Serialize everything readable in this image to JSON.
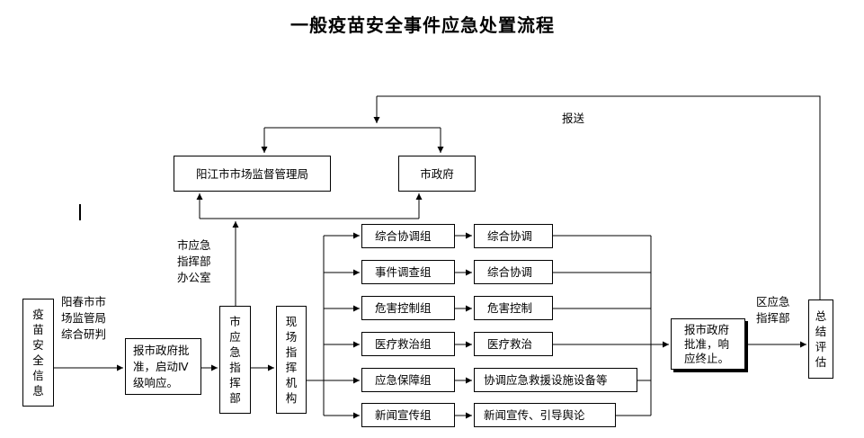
{
  "title": "一般疫苗安全事件应急处置流程",
  "boxes": {
    "info": "疫苗安全信息",
    "report_start": "报市政府批准，启动Ⅳ级响应。",
    "city_cmd": "市应急指挥部",
    "site_cmd": "现场指挥机构",
    "bureau": "阳江市市场监督管理局",
    "gov": "市政府",
    "group_coord": "综合协调组",
    "group_investigate": "事件调查组",
    "group_hazard": "危害控制组",
    "group_medical": "医疗救治组",
    "group_support": "应急保障组",
    "group_news": "新闻宣传组",
    "task_coord": "综合协调",
    "task_investigate": "综合协调",
    "task_hazard": "危害控制",
    "task_medical": "医疗救治",
    "task_support": "协调应急救援设施设备等",
    "task_news": "新闻宣传、引导舆论",
    "report_end": "报市政府批准，响应终止。",
    "summary": "总结评估"
  },
  "labels": {
    "report_send": "报送",
    "yangchun_1": "阳春市市",
    "yangchun_2": "场监管局",
    "yangchun_3": "综合研判",
    "office_1": "市应急",
    "office_2": "指挥部",
    "office_3": "办公室",
    "district_1": "区应急",
    "district_2": "指挥部"
  }
}
